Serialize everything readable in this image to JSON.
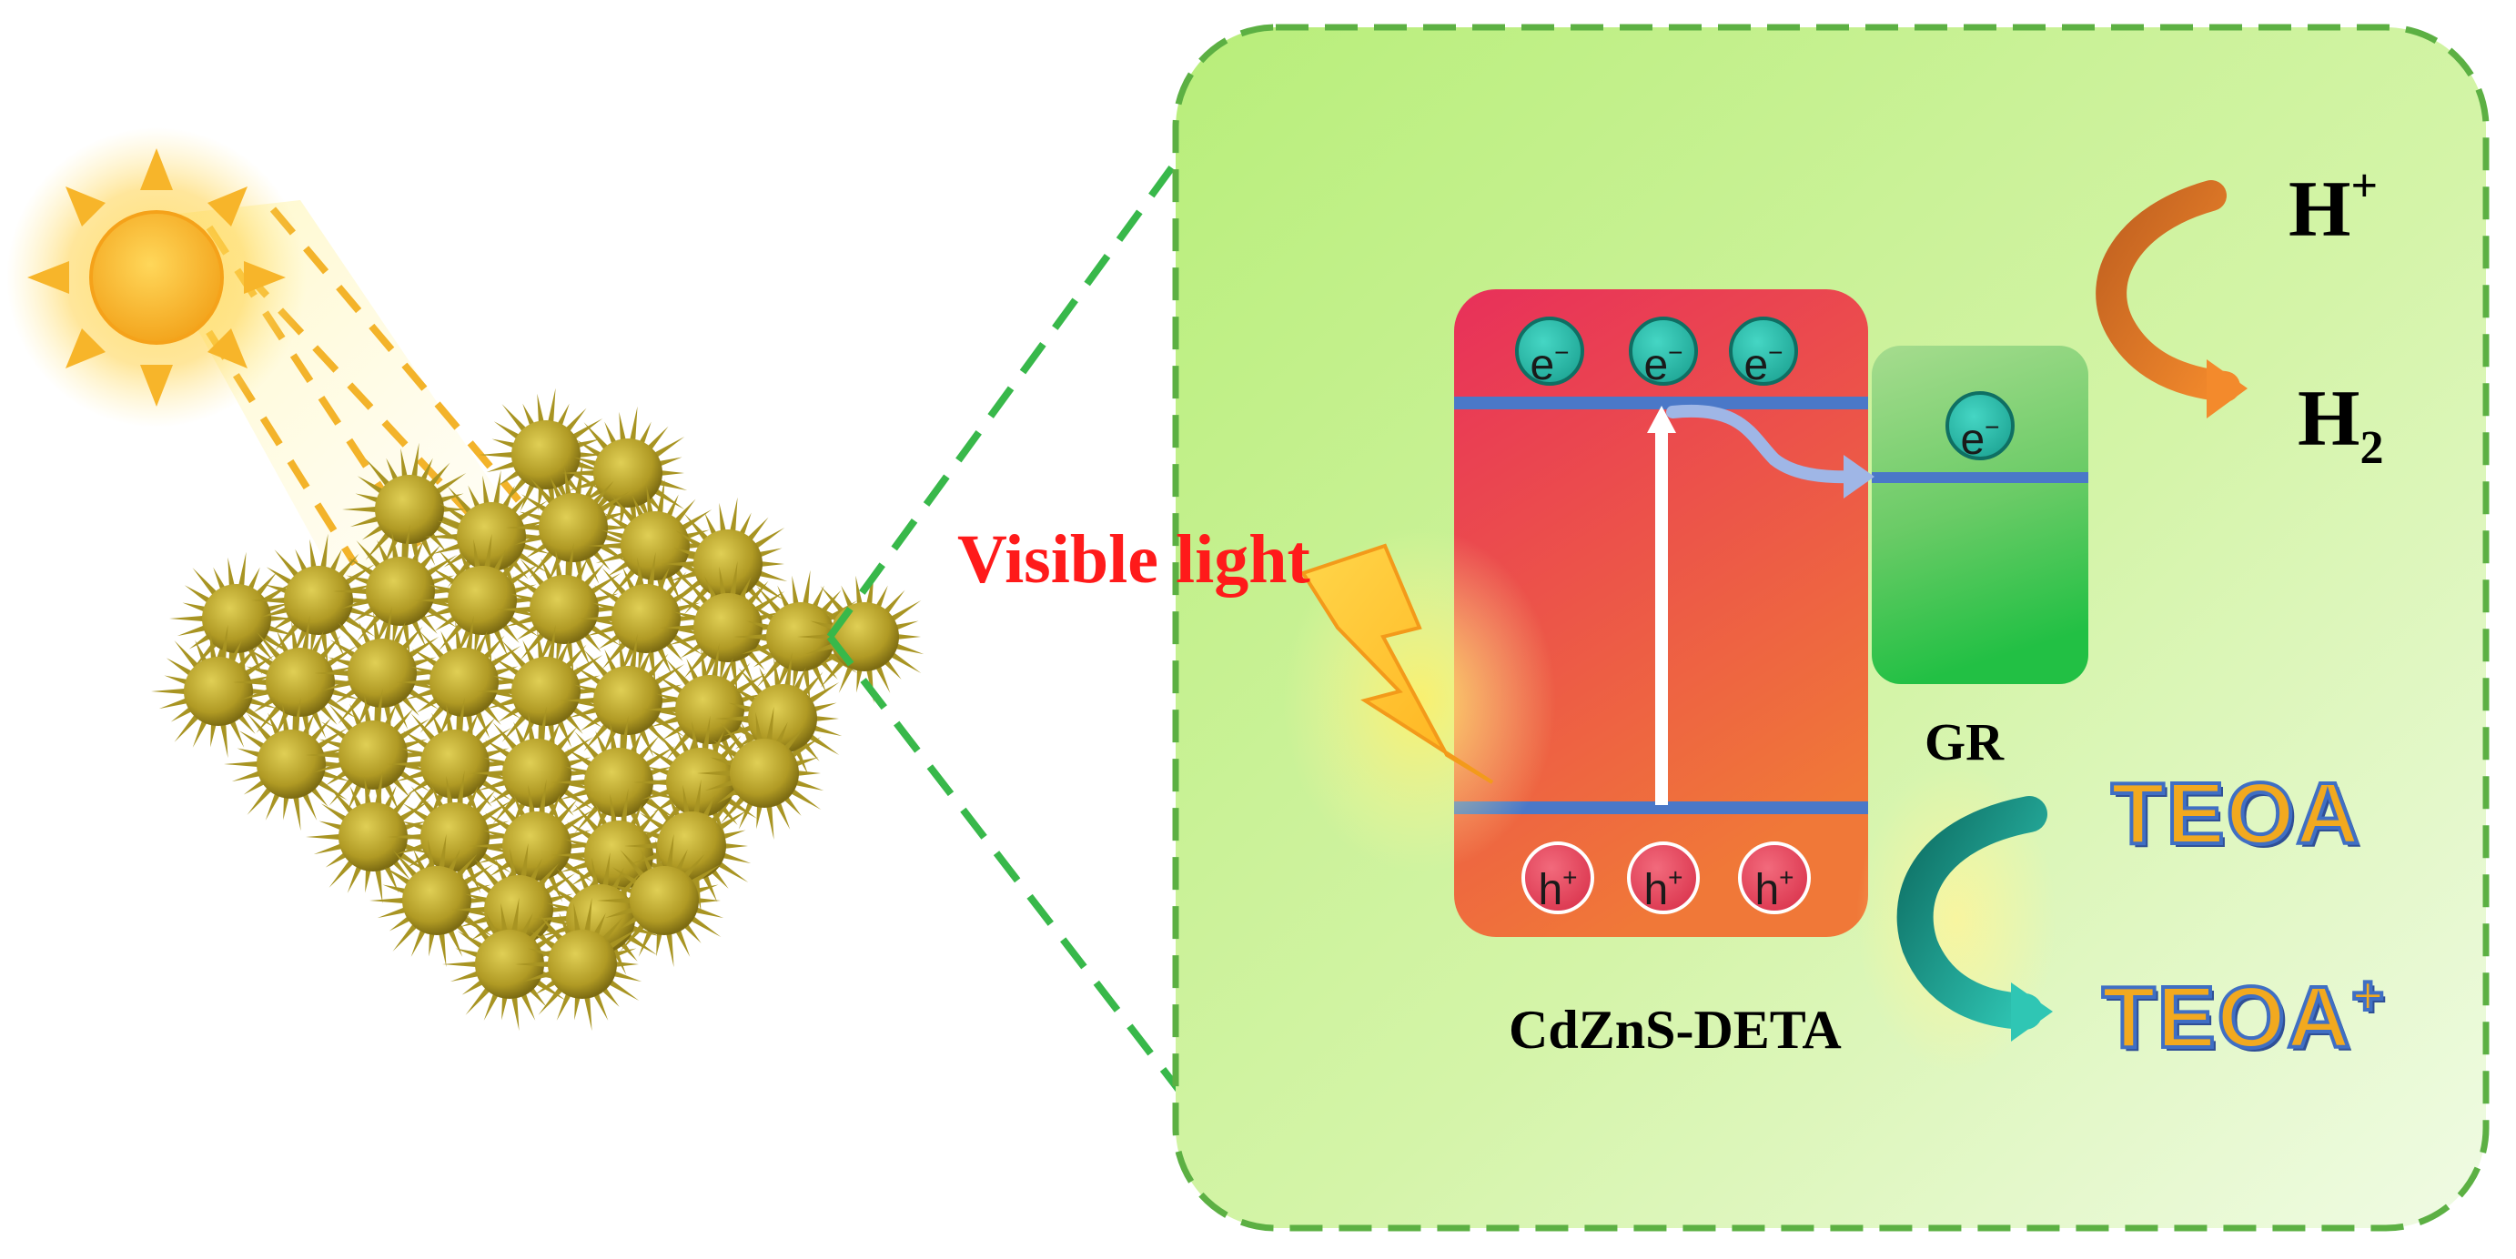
{
  "labels": {
    "visible_light": "Visible light",
    "h_plus_base": "H",
    "h_plus_sup": "+",
    "h2_base": "H",
    "h2_sub": "2",
    "gr": "GR",
    "cdzns": "CdZnS-DETA",
    "teoa": "TEOA",
    "teoa_ox_base": "TEOA",
    "teoa_ox_sup": "+"
  },
  "charges": {
    "electron": "e",
    "electron_sup": "−",
    "hole": "h",
    "hole_sup": "+"
  },
  "colors": {
    "panel_border": "#4caf3a",
    "panel_fill_top": "#c8f28e",
    "semiconductor_top": "#e8305a",
    "semiconductor_bottom": "#f07838",
    "graphene_top": "#9ed98a",
    "graphene_bottom": "#2ec24a",
    "band_line": "#4a78c8",
    "particle": "#b9a626",
    "sun": "#f7b52a",
    "visible_light_text": "#ff1a1a",
    "teoa_fill": "#f2a91f",
    "teoa_outline": "#3f6fc4"
  },
  "icons": [
    "sun-icon",
    "lightning-icon",
    "curved-arrow-icon"
  ]
}
